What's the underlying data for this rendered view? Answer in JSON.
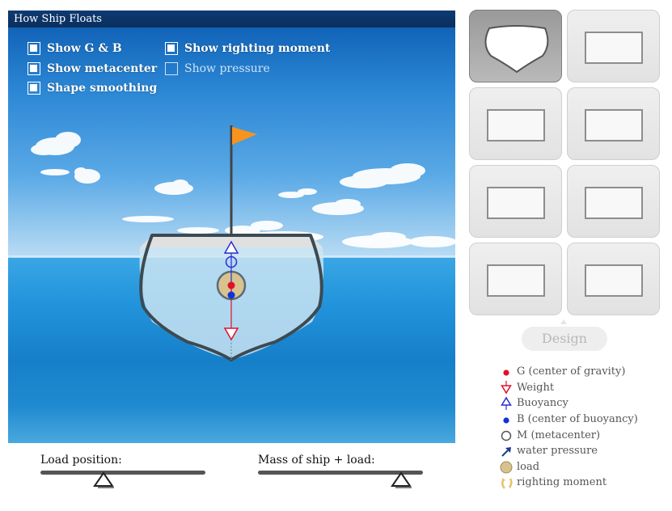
{
  "window": {
    "title": "How Ship Floats"
  },
  "checkboxes": [
    {
      "label": "Show G & B",
      "checked": true
    },
    {
      "label": "Show metacenter",
      "checked": true
    },
    {
      "label": "Shape smoothing",
      "checked": true
    },
    {
      "label": "Show righting moment",
      "checked": true
    },
    {
      "label": "Show pressure",
      "checked": false
    }
  ],
  "shape_palette": {
    "selected_index": 0,
    "design_label": "Design"
  },
  "legend": [
    {
      "icon": "red-dot-icon",
      "label": "G (center of gravity)"
    },
    {
      "icon": "down-triangle-icon",
      "label": "Weight"
    },
    {
      "icon": "up-triangle-icon",
      "label": "Buoyancy"
    },
    {
      "icon": "blue-dot-icon",
      "label": "B (center of buoyancy)"
    },
    {
      "icon": "circle-icon",
      "label": "M (metacenter)"
    },
    {
      "icon": "arrow-icon",
      "label": "water pressure"
    },
    {
      "icon": "load-circle-icon",
      "label": "load"
    },
    {
      "icon": "righting-moment-icon",
      "label": "righting moment"
    }
  ],
  "sliders": {
    "load_position": {
      "label": "Load position:",
      "value": 0.38
    },
    "mass": {
      "label": "Mass of ship + load:",
      "value": 0.87
    }
  },
  "colors": {
    "flag": "#f7931e",
    "hull_outline": "#3c4a52",
    "gravity": "#e0102a",
    "buoyancy_center": "#1232d8",
    "force_arrows": "#2b2bd6",
    "load": "#d8c38e"
  }
}
